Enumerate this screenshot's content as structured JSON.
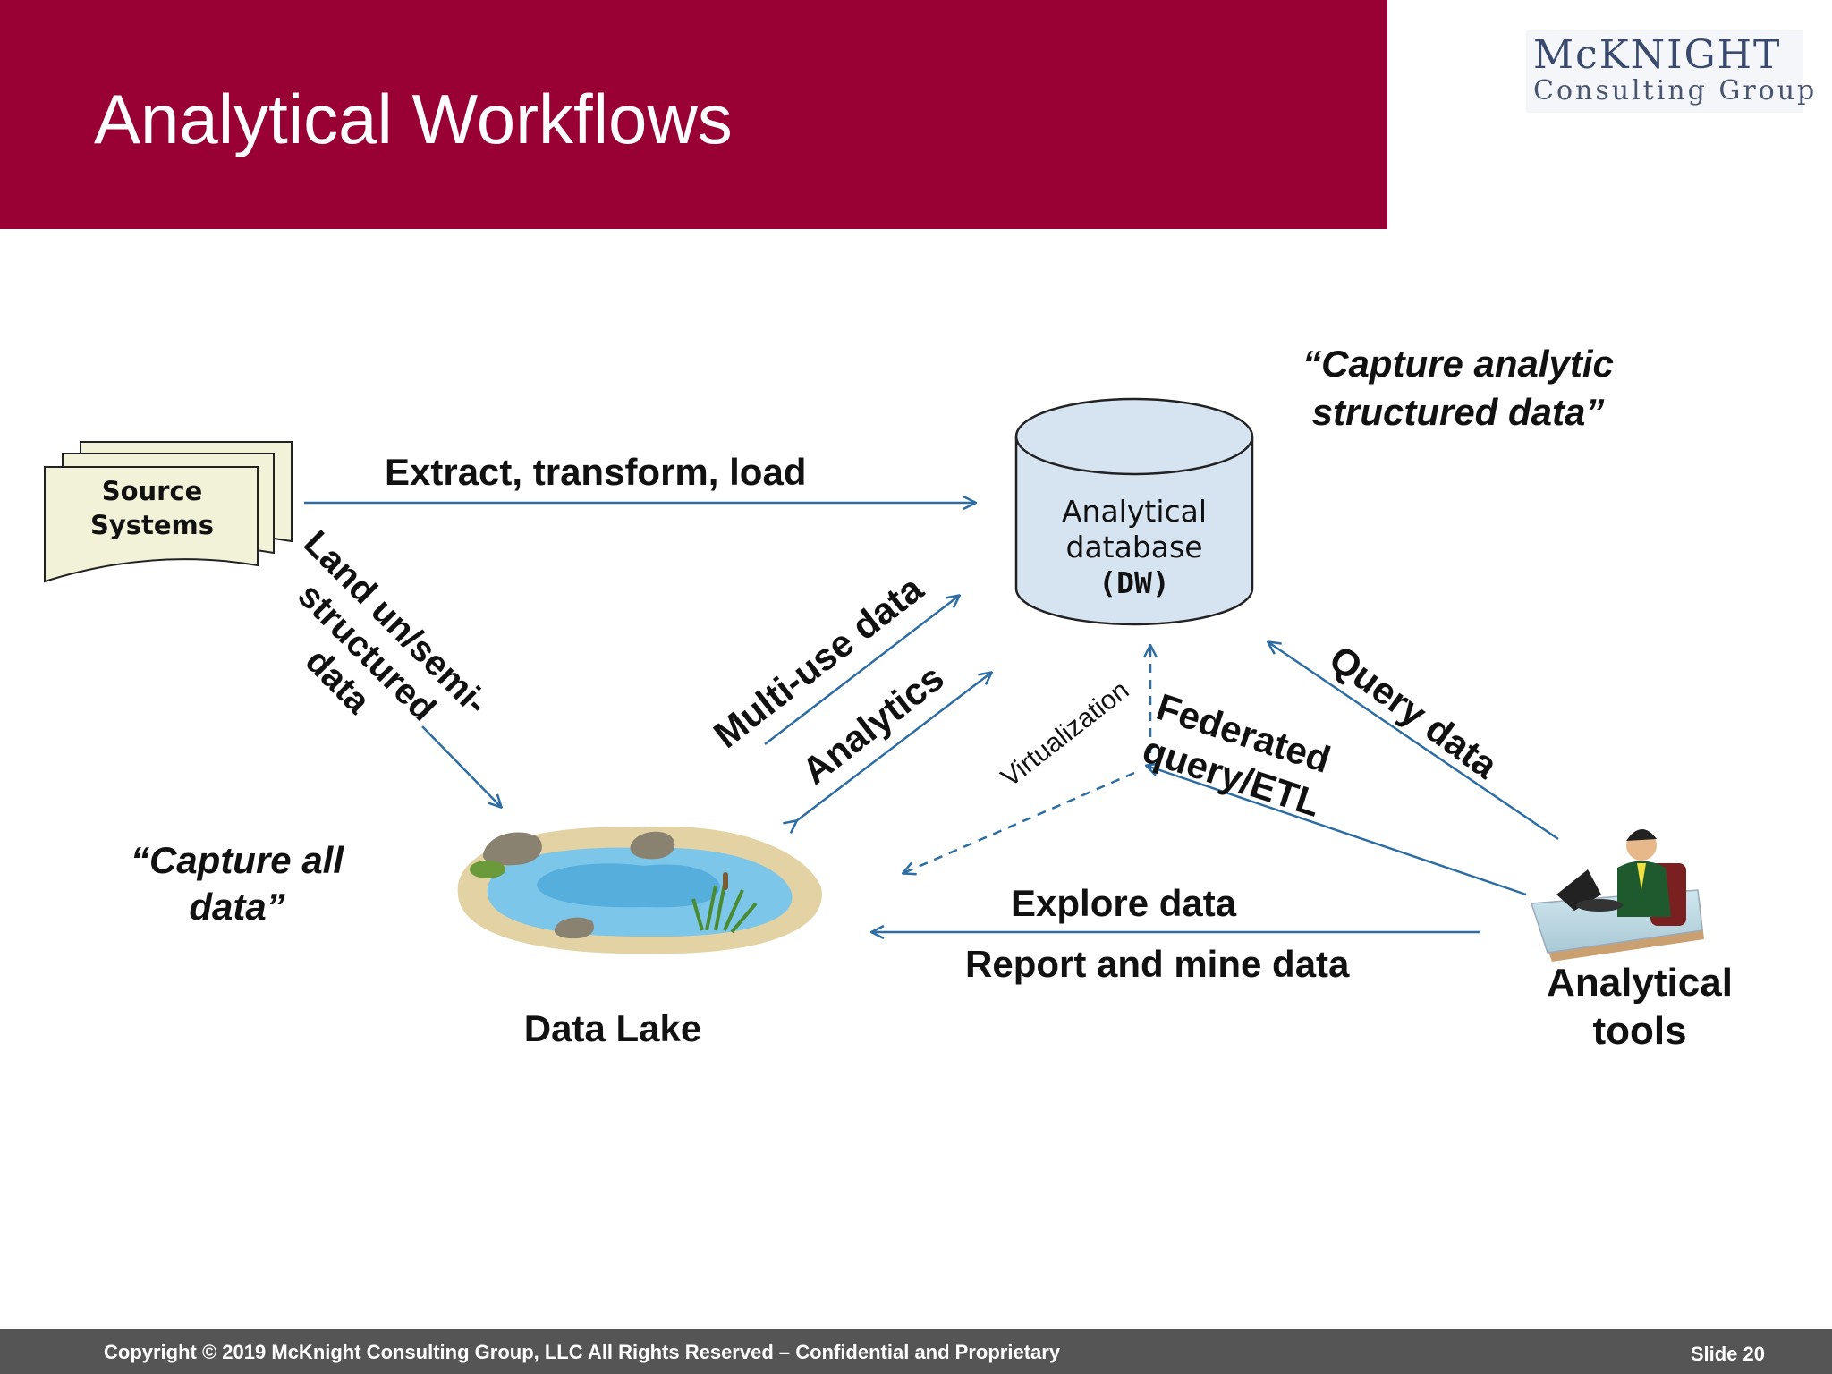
{
  "slide": {
    "title": "Analytical Workflows",
    "logo": {
      "line1": "McKNIGHT",
      "line2": "Consulting Group"
    },
    "footer": {
      "copyright": "Copyright © 2019  McKnight Consulting Group, LLC All Rights Reserved – Confidential and Proprietary",
      "slide_number": "Slide 20"
    }
  },
  "diagram": {
    "nodes": {
      "source_systems": {
        "line1": "Source",
        "line2": "Systems"
      },
      "analytical_db": {
        "line1": "Analytical",
        "line2": "database",
        "line3": "(DW)"
      },
      "data_lake": "Data Lake",
      "analytical_tools": {
        "line1": "Analytical",
        "line2": "tools"
      }
    },
    "quotes": {
      "capture_analytic": {
        "line1": "“Capture analytic",
        "line2": "structured data”"
      },
      "capture_all": {
        "line1": "“Capture all",
        "line2": "data”"
      }
    },
    "edges": {
      "etl": "Extract, transform, load",
      "land": {
        "line1": "Land un/semi-",
        "line2": "structured",
        "line3": "data"
      },
      "multi_use": "Multi-use data",
      "analytics": "Analytics",
      "virtualization": "Virtualization",
      "federated": {
        "line1": "Federated",
        "line2": "query/ETL"
      },
      "query": "Query data",
      "explore": "Explore data",
      "report": "Report and mine data"
    },
    "colors": {
      "arrow": "#2e6da4",
      "header": "#990033",
      "db_fill": "#d6e4f2",
      "source_fill": "#f2f2d9"
    }
  }
}
